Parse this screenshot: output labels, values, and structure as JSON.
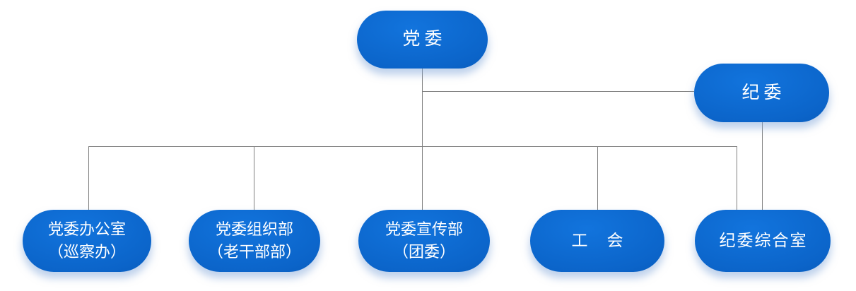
{
  "nodes": {
    "dangwei": {
      "label": "党委"
    },
    "jiwei": {
      "label": "纪委"
    },
    "dw_bangongshi": {
      "line1": "党委办公室",
      "line2": "（巡察办）"
    },
    "dw_zuzhibu": {
      "line1": "党委组织部",
      "line2": "（老干部部）"
    },
    "dw_xuanchuanbu": {
      "line1": "党委宣传部",
      "line2": "（团委）"
    },
    "gonghui": {
      "label": "工　会"
    },
    "jw_zongheshi": {
      "label": "纪委综合室"
    }
  },
  "edges": [
    {
      "from": "dangwei",
      "to": "jiwei"
    },
    {
      "from": "dangwei",
      "to": "dw_bangongshi"
    },
    {
      "from": "dangwei",
      "to": "dw_zuzhibu"
    },
    {
      "from": "dangwei",
      "to": "dw_xuanchuanbu"
    },
    {
      "from": "dangwei",
      "to": "gonghui"
    },
    {
      "from": "dangwei",
      "to": "jw_zongheshi"
    },
    {
      "from": "jiwei",
      "to": "jw_zongheshi"
    }
  ],
  "colors": {
    "node_fill_light": "#1274DD",
    "node_fill_mid": "#0B64C9",
    "node_fill_dark": "#0651AC",
    "text": "#FFFFFF",
    "connector": "#7F7F7F"
  }
}
